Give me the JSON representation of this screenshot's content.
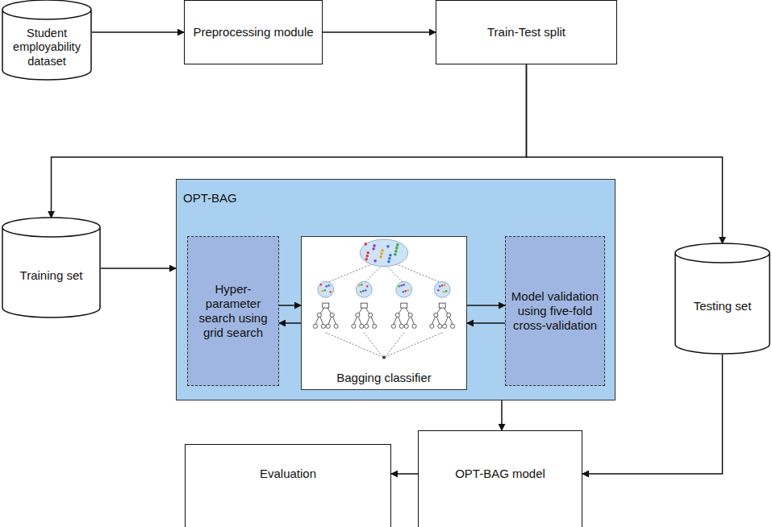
{
  "diagram": {
    "nodes": [
      {
        "text": [
          "Student employability dataset"
        ]
      },
      {
        "text": [
          "Preprocessing module"
        ]
      },
      {
        "text": [
          "Train-Test split"
        ]
      },
      {
        "text": [
          "Training set"
        ]
      },
      {
        "text": [
          "OPT-BAG"
        ]
      },
      {
        "text": [
          "Hyper-parameter search using grid search"
        ],
        "in": 4
      },
      {
        "text": [
          "Bagging classifier"
        ],
        "in": 4
      },
      {
        "text": [
          "Model validation using five-fold cross-validation"
        ],
        "in": 4
      },
      {
        "text": [
          "Testing set"
        ]
      },
      {
        "text": [
          "Evaluation"
        ]
      },
      {
        "text": [
          "OPT-BAG model"
        ]
      }
    ],
    "edges": [
      {
        "from": 0,
        "to": 1,
        "arrow": "to"
      },
      {
        "from": 1,
        "to": 2,
        "arrow": "to"
      },
      {
        "from": 2,
        "to": 3,
        "arrow": "to"
      },
      {
        "from": 2,
        "to": 8,
        "arrow": "to"
      },
      {
        "from": 3,
        "to": 4,
        "arrow": "to"
      },
      {
        "from": 5,
        "to": 6,
        "arrow": "to"
      },
      {
        "from": 6,
        "to": 5,
        "arrow": "to"
      },
      {
        "from": 6,
        "to": 7,
        "arrow": "to"
      },
      {
        "from": 7,
        "to": 6,
        "arrow": "to"
      },
      {
        "from": 4,
        "to": 10,
        "arrow": "to"
      },
      {
        "from": 8,
        "to": 10,
        "arrow": "to"
      },
      {
        "from": 10,
        "to": 9,
        "arrow": "to"
      }
    ]
  }
}
